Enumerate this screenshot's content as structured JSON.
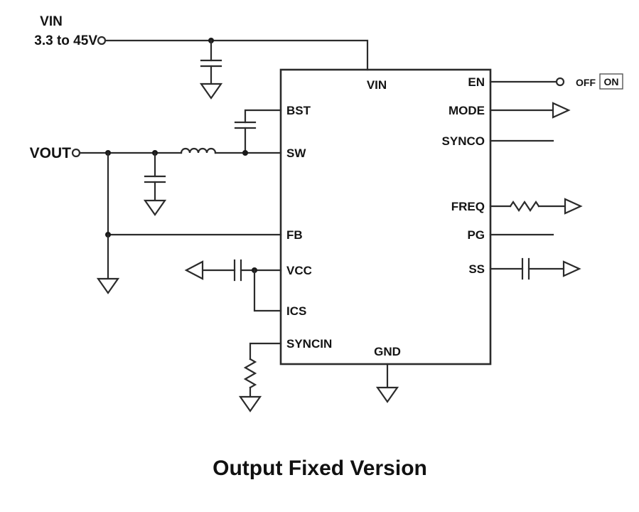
{
  "title": "Output Fixed Version",
  "input": {
    "label": "VIN",
    "range": "3.3 to 45V"
  },
  "output": {
    "label": "VOUT"
  },
  "ic": {
    "pin_vin": "VIN",
    "pin_bst": "BST",
    "pin_sw": "SW",
    "pin_fb": "FB",
    "pin_vcc": "VCC",
    "pin_ics": "ICS",
    "pin_syncin": "SYNCIN",
    "pin_gnd": "GND",
    "pin_en": "EN",
    "pin_mode": "MODE",
    "pin_synco": "SYNCO",
    "pin_freq": "FREQ",
    "pin_pg": "PG",
    "pin_ss": "SS"
  },
  "enable_switch": {
    "off": "OFF",
    "on": "ON"
  }
}
